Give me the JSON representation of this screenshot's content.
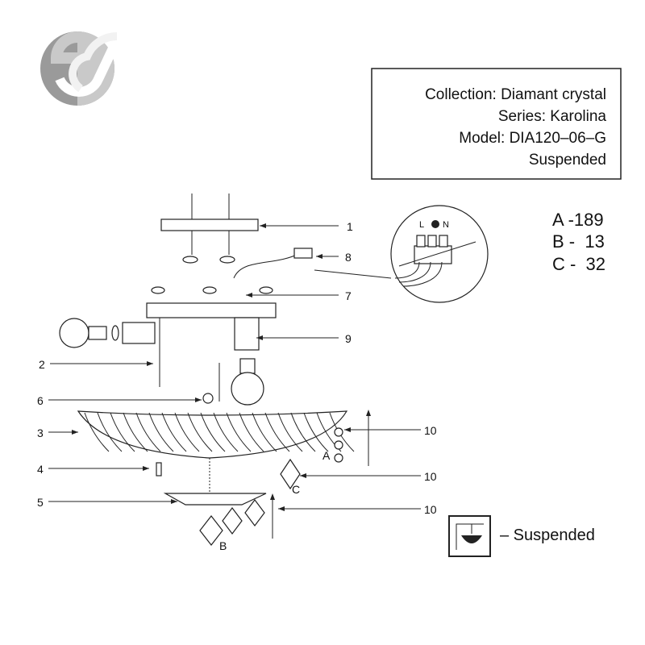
{
  "logo": {
    "text": "ES"
  },
  "info_box": {
    "collection": "Collection: Diamant crystal",
    "series": "Series: Karolina",
    "model": "Model: DIA120–06–G",
    "type": "Suspended"
  },
  "parts_list": [
    {
      "label": "A -189"
    },
    {
      "label": "B -  13"
    },
    {
      "label": "C -  32"
    }
  ],
  "callouts": [
    "1",
    "8",
    "7",
    "9",
    "2",
    "6",
    "3",
    "4",
    "5",
    "10",
    "10",
    "10"
  ],
  "crystal_labels": {
    "a": "A",
    "b": "B",
    "c": "C"
  },
  "terminal_labels": {
    "l": "L",
    "n": "N"
  },
  "legend": {
    "text": "– Suspended"
  }
}
